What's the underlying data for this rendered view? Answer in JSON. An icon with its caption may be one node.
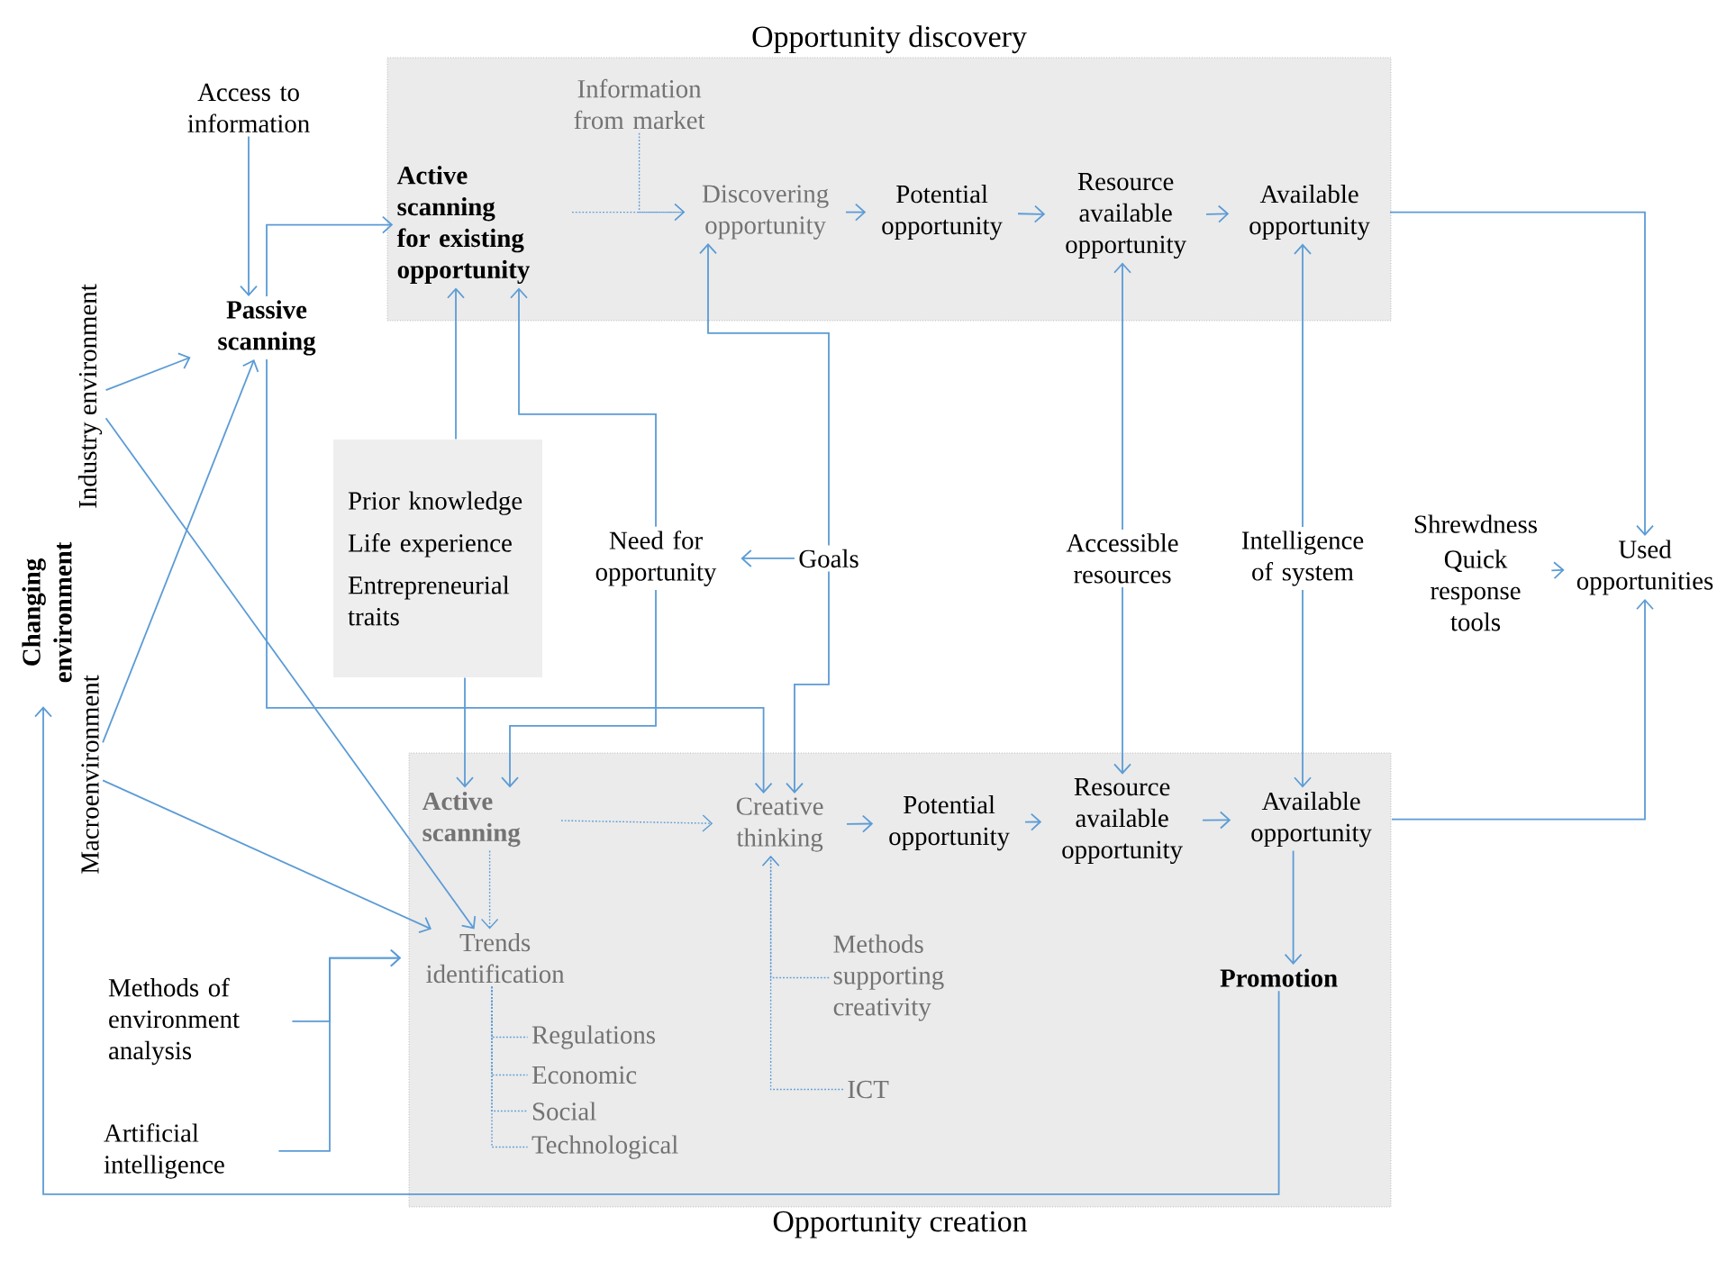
{
  "diagram": {
    "nodes": [
      {
        "text": [
          "Opportunity discovery"
        ]
      },
      {
        "text": [
          "Opportunity creation"
        ]
      },
      {
        "text": [
          "Information from market"
        ],
        "in": 0
      },
      {
        "text": [
          "Active scanning for existing opportunity"
        ],
        "in": 0
      },
      {
        "text": [
          "Discovering opportunity"
        ],
        "in": 0
      },
      {
        "text": [
          "Potential opportunity"
        ],
        "in": 0
      },
      {
        "text": [
          "Resource available opportunity"
        ],
        "in": 0
      },
      {
        "text": [
          "Available opportunity"
        ],
        "in": 0
      },
      {
        "text": [
          "Access to information"
        ]
      },
      {
        "text": [
          "Passive scanning"
        ]
      },
      {
        "text": [
          "Industry environment"
        ]
      },
      {
        "text": [
          "Changing environment"
        ]
      },
      {
        "text": [
          "Macroenvironment"
        ]
      },
      {
        "text": [
          "Prior knowledge",
          "Life experience",
          "Entrepreneurial traits"
        ]
      },
      {
        "text": [
          "Need for opportunity"
        ]
      },
      {
        "text": [
          "Goals"
        ]
      },
      {
        "text": [
          "Accessible resources"
        ]
      },
      {
        "text": [
          "Intelligence of system"
        ]
      },
      {
        "text": [
          "Shrewdness",
          "Quick response tools"
        ]
      },
      {
        "text": [
          "Used opportunities"
        ]
      },
      {
        "text": [
          "Active scanning"
        ],
        "in": 1
      },
      {
        "text": [
          "Creative thinking"
        ],
        "in": 1
      },
      {
        "text": [
          "Potential opportunity"
        ],
        "in": 1
      },
      {
        "text": [
          "Resource available opportunity"
        ],
        "in": 1
      },
      {
        "text": [
          "Available opportunity"
        ],
        "in": 1
      },
      {
        "text": [
          "Trends identification"
        ],
        "in": 1
      },
      {
        "text": [
          "Regulations"
        ],
        "in": 1
      },
      {
        "text": [
          "Economic"
        ],
        "in": 1
      },
      {
        "text": [
          "Social"
        ],
        "in": 1
      },
      {
        "text": [
          "Technological"
        ],
        "in": 1
      },
      {
        "text": [
          "Methods supporting creativity"
        ],
        "in": 1
      },
      {
        "text": [
          "ICT"
        ],
        "in": 1
      },
      {
        "text": [
          "Promotion"
        ],
        "in": 1
      },
      {
        "text": [
          "Methods of environment analysis"
        ]
      },
      {
        "text": [
          "Artificial intelligence"
        ]
      }
    ],
    "edges": [
      {
        "from": 8,
        "to": 9,
        "arrow": "to"
      },
      {
        "from": 9,
        "to": 3,
        "arrow": "to"
      },
      {
        "from": 10,
        "to": 9,
        "arrow": "to"
      },
      {
        "from": 12,
        "to": 9,
        "arrow": "to"
      },
      {
        "from": 10,
        "to": 25,
        "arrow": "to"
      },
      {
        "from": 12,
        "to": 25,
        "arrow": "to"
      },
      {
        "from": 9,
        "to": 21,
        "arrow": "to"
      },
      {
        "from": 13,
        "to": 3,
        "arrow": "to"
      },
      {
        "from": 14,
        "to": 3,
        "arrow": "to"
      },
      {
        "from": 15,
        "to": 4,
        "arrow": "to"
      },
      {
        "from": 15,
        "to": 14,
        "arrow": "to"
      },
      {
        "from": 2,
        "to": 4,
        "arrow": "to",
        "style": "dashed"
      },
      {
        "from": 3,
        "to": 4,
        "arrow": "to",
        "style": "dashed"
      },
      {
        "from": 4,
        "to": 5,
        "arrow": "to"
      },
      {
        "from": 5,
        "to": 6,
        "arrow": "to"
      },
      {
        "from": 6,
        "to": 7,
        "arrow": "to"
      },
      {
        "from": 16,
        "to": 6,
        "arrow": "to"
      },
      {
        "from": 16,
        "to": 23,
        "arrow": "to"
      },
      {
        "from": 17,
        "to": 7,
        "arrow": "to"
      },
      {
        "from": 17,
        "to": 24,
        "arrow": "to"
      },
      {
        "from": 7,
        "to": 19,
        "arrow": "to"
      },
      {
        "from": 24,
        "to": 19,
        "arrow": "to"
      },
      {
        "from": 18,
        "to": 19,
        "arrow": "to"
      },
      {
        "from": 13,
        "to": 20,
        "arrow": "to"
      },
      {
        "from": 14,
        "to": 20,
        "arrow": "to"
      },
      {
        "from": 15,
        "to": 21,
        "arrow": "to"
      },
      {
        "from": 20,
        "to": 21,
        "arrow": "to",
        "style": "dashed"
      },
      {
        "from": 20,
        "to": 25,
        "arrow": "to",
        "style": "dashed"
      },
      {
        "from": 21,
        "to": 22,
        "arrow": "to"
      },
      {
        "from": 22,
        "to": 23,
        "arrow": "to"
      },
      {
        "from": 23,
        "to": 24,
        "arrow": "to"
      },
      {
        "from": 24,
        "to": 32,
        "arrow": "to"
      },
      {
        "from": 32,
        "to": 11,
        "arrow": "to"
      },
      {
        "from": 33,
        "to": 25,
        "arrow": "to"
      },
      {
        "from": 34,
        "to": 25,
        "arrow": "to"
      },
      {
        "from": 25,
        "to": 26,
        "arrow": "none",
        "style": "dashed"
      },
      {
        "from": 25,
        "to": 27,
        "arrow": "none",
        "style": "dashed"
      },
      {
        "from": 25,
        "to": 28,
        "arrow": "none",
        "style": "dashed"
      },
      {
        "from": 25,
        "to": 29,
        "arrow": "none",
        "style": "dashed"
      },
      {
        "from": 31,
        "to": 21,
        "arrow": "to",
        "style": "dashed"
      },
      {
        "from": 30,
        "to": 21,
        "arrow": "to",
        "style": "dashed"
      }
    ]
  }
}
